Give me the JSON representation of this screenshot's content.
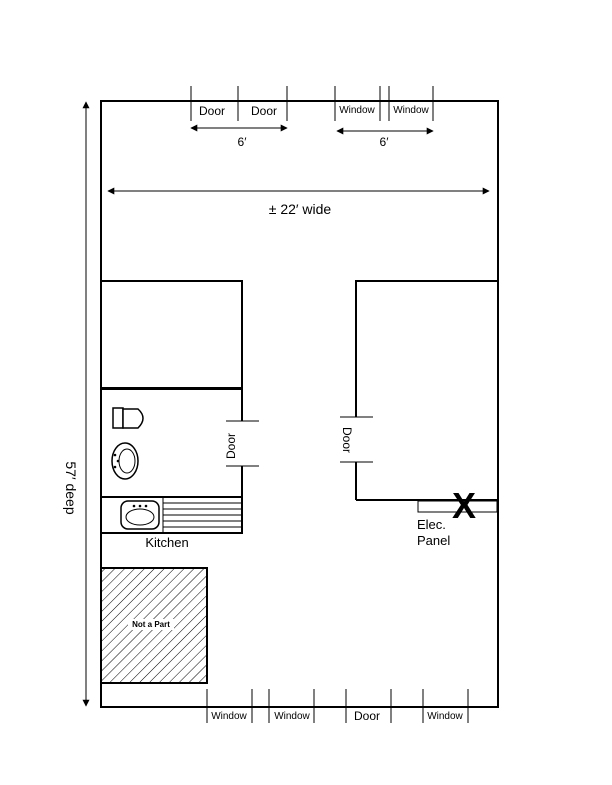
{
  "plan": {
    "top_openings": [
      "Door",
      "Door",
      "Window",
      "Window"
    ],
    "top_dims": [
      "6′",
      "6′"
    ],
    "width_label": "± 22′ wide",
    "depth_label": "57′ deep",
    "interior_doors": [
      "Door",
      "Door"
    ],
    "kitchen_label": "Kitchen",
    "not_a_part_label": "Not a Part",
    "elec_panel_mark": "X",
    "elec_panel_label_1": "Elec.",
    "elec_panel_label_2": "Panel",
    "bottom_openings": [
      "Window",
      "Window",
      "Door",
      "Window"
    ]
  }
}
